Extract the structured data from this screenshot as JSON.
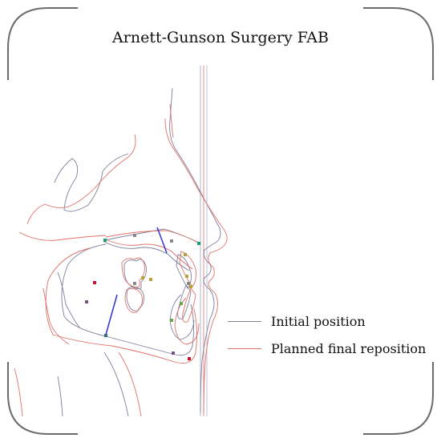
{
  "figure": {
    "title": "Arnett-Gunson Surgery FAB"
  },
  "legend": [
    {
      "label": "Initial position",
      "color": "#7d7f9a"
    },
    {
      "label": "Planned final reposition",
      "color": "#e0706a"
    }
  ],
  "colors": {
    "initial": "#7d7f9a",
    "planned": "#e0706a",
    "frame": "#6b6b6b",
    "reference_line": "#a9b7cf",
    "vector": "#3b3bd0"
  }
}
